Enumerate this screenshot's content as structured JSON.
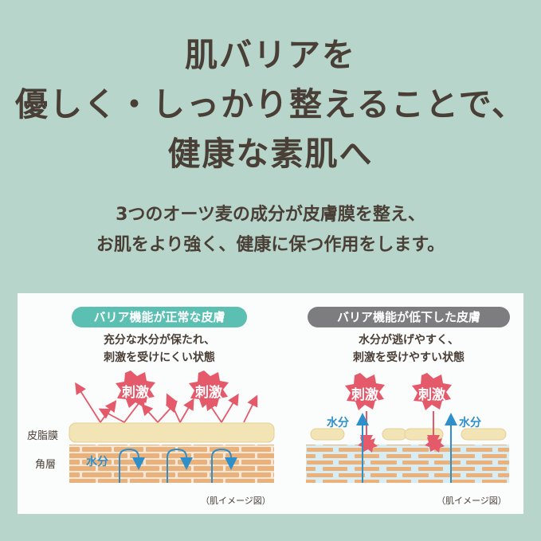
{
  "headline": {
    "line1": "肌バリアを",
    "line2": "優しく・しっかり整えることで、",
    "line3": "健康な素肌へ"
  },
  "subtext": {
    "line1": "3つのオーツ麦の成分が皮膚膜を整え、",
    "line2": "お肌をより強く、健康に保つ作用をします。"
  },
  "left_panel": {
    "title": "バリア機能が正常な皮膚",
    "desc1": "充分な水分が保たれ、",
    "desc2": "刺激を受けにくい状態",
    "stimulus": "刺激",
    "water": "水分",
    "sebum_label": "皮脂膜",
    "stratum_label": "角層",
    "caption": "（肌イメージ図）"
  },
  "right_panel": {
    "title": "バリア機能が低下した皮膚",
    "desc1": "水分が逃げやすく、",
    "desc2": "刺激を受けやすい状態",
    "stimulus": "刺激",
    "water": "水分",
    "caption": "（肌イメージ図）"
  },
  "colors": {
    "background": "#b7d5cb",
    "good_accent": "#5bbfb2",
    "bad_accent": "#7d7d7f",
    "stimulus_red": "#e45a6a",
    "water_blue": "#2f8fc9",
    "brick": "#eab27a",
    "sebum": "#f3e4b6"
  }
}
